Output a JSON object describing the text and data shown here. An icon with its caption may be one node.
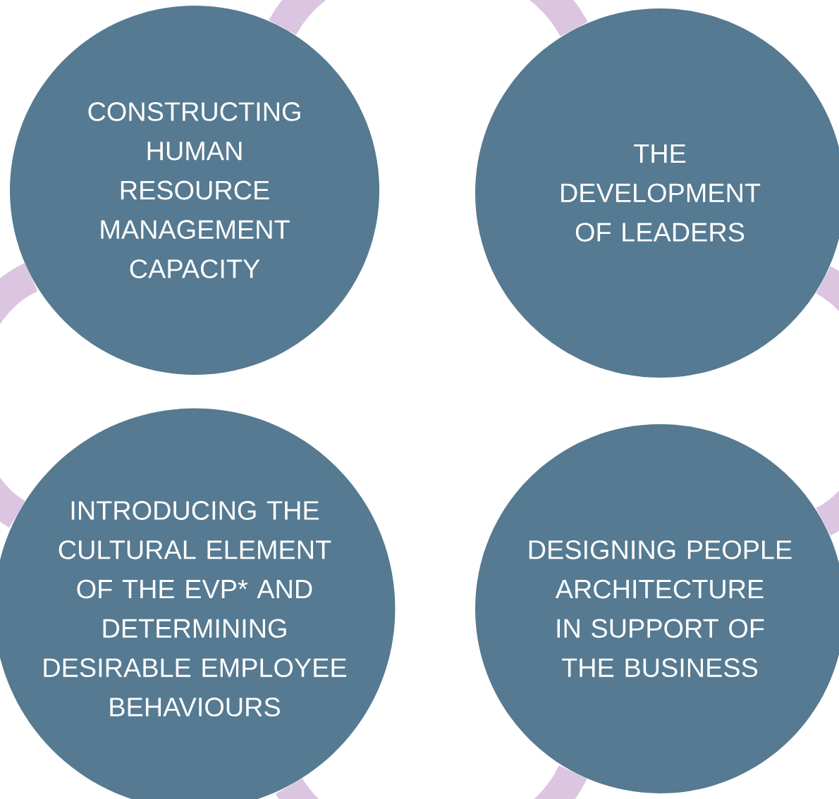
{
  "diagram": {
    "nodes": [
      {
        "text": [
          "CONSTRUCTING HUMAN RESOURCE MANAGEMENT CAPACITY"
        ]
      },
      {
        "text": [
          "THE DEVELOPMENT OF LEADERS"
        ]
      },
      {
        "text": [
          "INTRODUCING THE CULTURAL ELEMENT OF THE EVP* AND DETERMINING DESIRABLE EMPLOYEE BEHAVIOURS"
        ]
      },
      {
        "text": [
          "DESIGNING PEOPLE ARCHITECTURE IN SUPPORT OF THE BUSINESS"
        ]
      }
    ],
    "edges": [
      {
        "from": 0,
        "to": 1,
        "arrow": "none"
      },
      {
        "from": 1,
        "to": 3,
        "arrow": "none"
      },
      {
        "from": 3,
        "to": 2,
        "arrow": "none"
      },
      {
        "from": 2,
        "to": 0,
        "arrow": "none"
      }
    ]
  }
}
